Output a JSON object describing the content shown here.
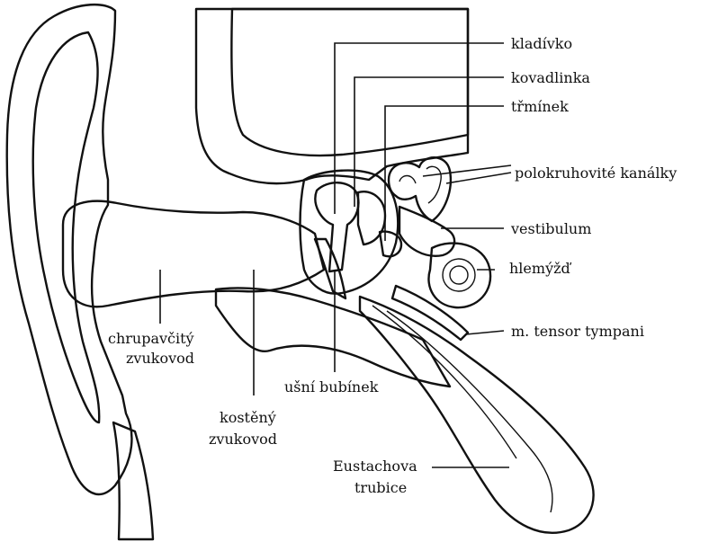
{
  "labels": {
    "kladivko": "kladívko",
    "kovadlinka": "kovadlinka",
    "trminek": "třmínek",
    "polokruhovite": "polokruhovité kanálky",
    "vestibulum": "vestibulum",
    "hlemyzd": "hlemýžď",
    "tensor": "m. tensor tympani",
    "chrupavcity_1": "chrupavčitý",
    "chrupavcity_2": "zvukovod",
    "bubinek": "ušní bubínek",
    "kosteny_1": "kostěný",
    "kosteny_2": "zvukovod",
    "eustachova_1": "Eustachova",
    "eustachova_2": "trubice"
  }
}
